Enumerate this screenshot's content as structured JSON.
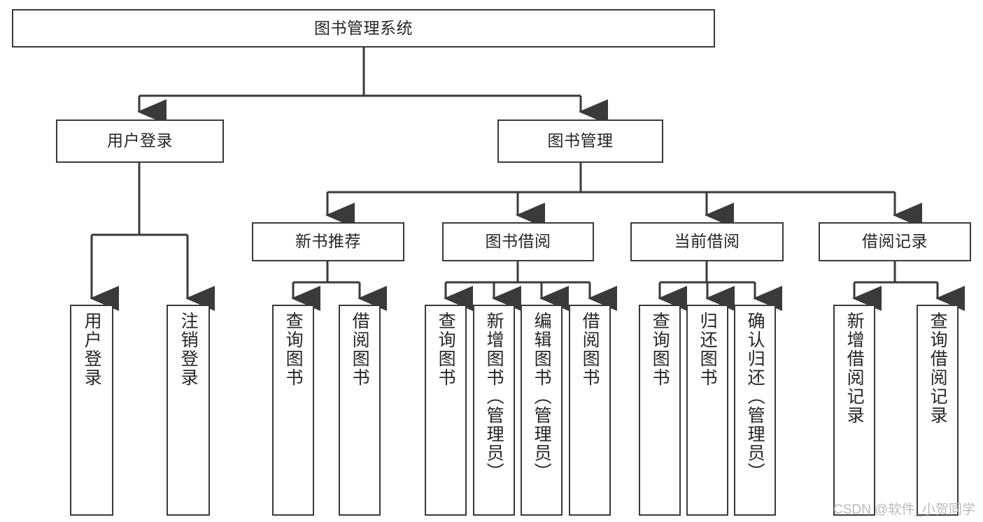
{
  "diagram": {
    "title": "图书管理系统",
    "type": "hierarchy-tree",
    "orientation": "top-down",
    "colors": {
      "box_border": "#3a3a3a",
      "box_fill": "#ffffff",
      "connector": "#3a3a3a",
      "text": "#262626",
      "watermark": "#b9b9b9"
    },
    "nodes": {
      "root": {
        "label": "图书管理系统"
      },
      "level2": [
        {
          "id": "user-login",
          "label": "用户登录"
        },
        {
          "id": "book-manage",
          "label": "图书管理"
        }
      ],
      "level3": [
        {
          "id": "new-book-recommend",
          "label": "新书推荐"
        },
        {
          "id": "book-borrow",
          "label": "图书借阅"
        },
        {
          "id": "current-borrow",
          "label": "当前借阅"
        },
        {
          "id": "borrow-record",
          "label": "借阅记录"
        }
      ],
      "leaves": {
        "user-login": [
          {
            "id": "leaf-user-login",
            "label": "用户登录"
          },
          {
            "id": "leaf-user-logout",
            "label": "注销登录"
          }
        ],
        "new-book-recommend": [
          {
            "id": "leaf-query-book-1",
            "label": "查询图书"
          },
          {
            "id": "leaf-borrow-book-1",
            "label": "借阅图书"
          }
        ],
        "book-borrow": [
          {
            "id": "leaf-query-book-2",
            "label": "查询图书"
          },
          {
            "id": "leaf-add-book",
            "label": "新增图书（管理员）"
          },
          {
            "id": "leaf-edit-book",
            "label": "编辑图书（管理员）"
          },
          {
            "id": "leaf-borrow-book-2",
            "label": "借阅图书"
          }
        ],
        "current-borrow": [
          {
            "id": "leaf-query-book-3",
            "label": "查询图书"
          },
          {
            "id": "leaf-return-book",
            "label": "归还图书"
          },
          {
            "id": "leaf-confirm-return",
            "label": "确认归还（管理员）"
          }
        ],
        "borrow-record": [
          {
            "id": "leaf-add-record",
            "label": "新增借阅记录"
          },
          {
            "id": "leaf-query-record",
            "label": "查询借阅记录"
          }
        ]
      }
    },
    "watermark": "CSDN @软件_小贺同学"
  }
}
